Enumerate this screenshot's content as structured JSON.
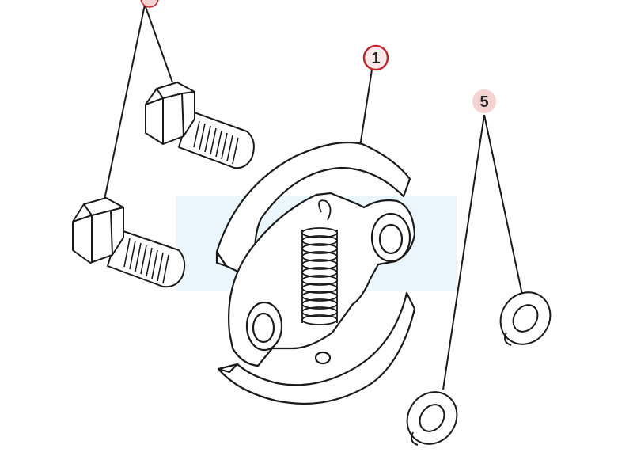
{
  "diagram": {
    "callouts": [
      {
        "id": "part-1",
        "label": "1",
        "style": "red-ring"
      },
      {
        "id": "part-5",
        "label": "5",
        "style": "pink-dot"
      }
    ],
    "parts": [
      "bolt",
      "bolt",
      "clutch-assembly",
      "washer",
      "washer"
    ],
    "colors": {
      "line": "#1a1a1a",
      "fill": "#ffffff",
      "callout_ring": "#c0282d",
      "callout_dot": "#f6d3d3",
      "watermark": "#d9eef9"
    }
  }
}
